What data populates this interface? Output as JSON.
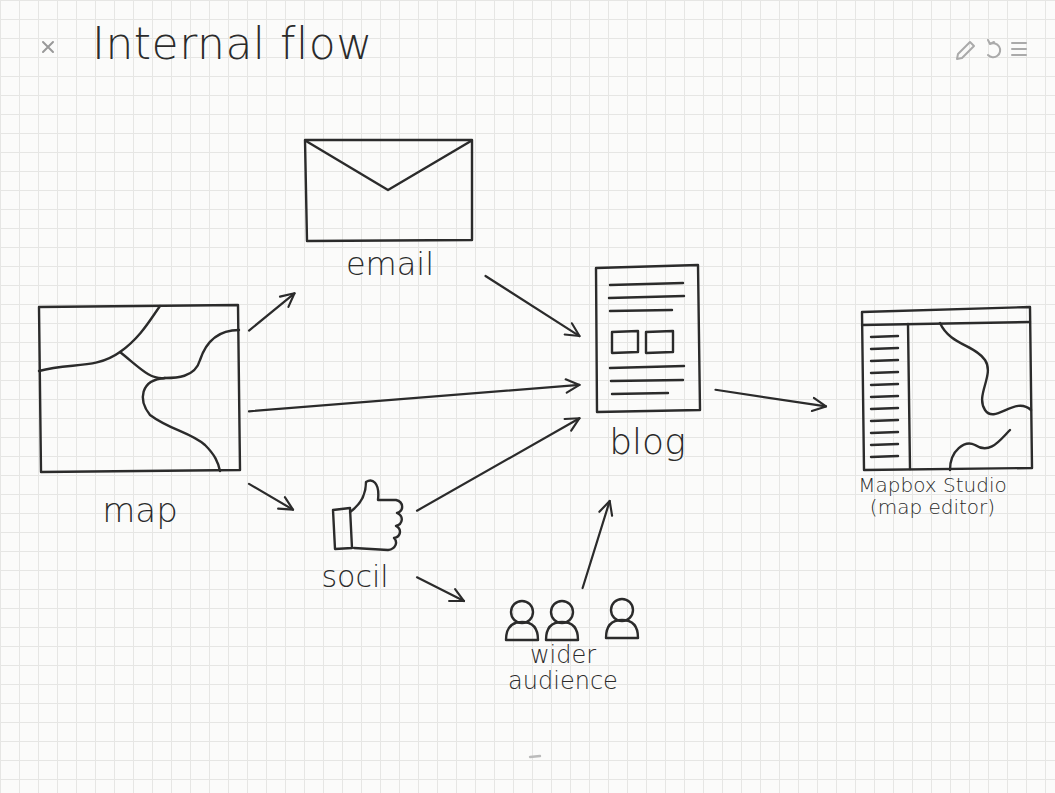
{
  "diagram": {
    "title": "Internal flow",
    "nodes": [
      {
        "text": [
          "map"
        ]
      },
      {
        "text": [
          "email"
        ]
      },
      {
        "text": [
          "blog"
        ]
      },
      {
        "text": [
          "socil"
        ]
      },
      {
        "text": [
          "wider audience"
        ]
      },
      {
        "text": [
          "Mapbox Studio (map editor)"
        ]
      }
    ],
    "edges": [
      {
        "from": 0,
        "to": 1,
        "arrow": "to"
      },
      {
        "from": 0,
        "to": 2,
        "arrow": "to"
      },
      {
        "from": 0,
        "to": 3,
        "arrow": "to"
      },
      {
        "from": 1,
        "to": 2,
        "arrow": "to"
      },
      {
        "from": 3,
        "to": 2,
        "arrow": "to"
      },
      {
        "from": 3,
        "to": 4,
        "arrow": "to"
      },
      {
        "from": 4,
        "to": 2,
        "arrow": "to"
      },
      {
        "from": 2,
        "to": 5,
        "arrow": "to"
      }
    ]
  }
}
